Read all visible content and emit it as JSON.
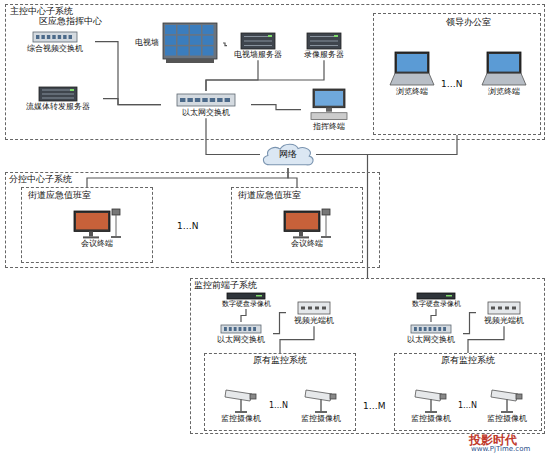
{
  "diagram": {
    "nodes": [
      {
        "text": [
          "主控中心子系统"
        ]
      },
      {
        "text": [
          "区应急指挥中心"
        ],
        "in": 0
      },
      {
        "text": [
          "综合视频交换机"
        ],
        "in": 1
      },
      {
        "text": [
          "电视墙"
        ],
        "in": 1
      },
      {
        "text": [
          "电视墙服务器"
        ],
        "in": 1
      },
      {
        "text": [
          "录像服务器"
        ],
        "in": 1
      },
      {
        "text": [
          "流媒体转发服务器"
        ],
        "in": 1
      },
      {
        "text": [
          "以太网交换机"
        ],
        "in": 1
      },
      {
        "text": [
          "指挥终端"
        ],
        "in": 1
      },
      {
        "text": [
          "领导办公室"
        ],
        "in": 0
      },
      {
        "text": [
          "浏览终端"
        ],
        "in": 9
      },
      {
        "text": [
          "浏览终端"
        ],
        "in": 9
      },
      {
        "text": [
          "网络"
        ]
      },
      {
        "text": [
          "分控中心子系统"
        ]
      },
      {
        "text": [
          "街道应急值班室"
        ],
        "in": 13
      },
      {
        "text": [
          "会议终端"
        ],
        "in": 14
      },
      {
        "text": [
          "街道应急值班室"
        ],
        "in": 13
      },
      {
        "text": [
          "会议终端"
        ],
        "in": 16
      },
      {
        "text": [
          "监控前端子系统"
        ]
      },
      {
        "text": [
          "数字硬盘录像机"
        ],
        "in": 18
      },
      {
        "text": [
          "以太网交换机"
        ],
        "in": 18
      },
      {
        "text": [
          "视频光端机"
        ],
        "in": 18
      },
      {
        "text": [
          "原有监控系统"
        ],
        "in": 18
      },
      {
        "text": [
          "监控摄像机"
        ],
        "in": 22
      },
      {
        "text": [
          "监控摄像机"
        ],
        "in": 22
      },
      {
        "text": [
          "数字硬盘录像机"
        ],
        "in": 18
      },
      {
        "text": [
          "以太网交换机"
        ],
        "in": 18
      },
      {
        "text": [
          "视频光端机"
        ],
        "in": 18
      },
      {
        "text": [
          "原有监控系统"
        ],
        "in": 18
      },
      {
        "text": [
          "监控摄像机"
        ],
        "in": 28
      },
      {
        "text": [
          "监控摄像机"
        ],
        "in": 28
      }
    ],
    "edges": [
      {
        "from": 2,
        "to": 7,
        "arrow": "none"
      },
      {
        "from": 6,
        "to": 7,
        "arrow": "none"
      },
      {
        "from": 3,
        "to": 4,
        "arrow": "none"
      },
      {
        "from": 4,
        "to": 7,
        "arrow": "none"
      },
      {
        "from": 5,
        "to": 7,
        "arrow": "none"
      },
      {
        "from": 8,
        "to": 7,
        "arrow": "none"
      },
      {
        "from": 7,
        "to": 12,
        "arrow": "none"
      },
      {
        "from": 12,
        "to": 9,
        "arrow": "none"
      },
      {
        "from": 12,
        "to": 14,
        "arrow": "none"
      },
      {
        "from": 12,
        "to": 16,
        "arrow": "none"
      },
      {
        "from": 12,
        "to": 18,
        "arrow": "none"
      },
      {
        "from": 19,
        "to": 20,
        "arrow": "none"
      },
      {
        "from": 21,
        "to": 20,
        "arrow": "none"
      },
      {
        "from": 21,
        "to": 22,
        "arrow": "none"
      },
      {
        "from": 25,
        "to": 26,
        "arrow": "none"
      },
      {
        "from": 27,
        "to": 26,
        "arrow": "none"
      },
      {
        "from": 27,
        "to": 28,
        "arrow": "none"
      }
    ],
    "labels": [
      "1…N",
      "1…N",
      "1…N",
      "1…N",
      "1…M",
      "投影时代",
      "www.PjTime.com"
    ]
  }
}
